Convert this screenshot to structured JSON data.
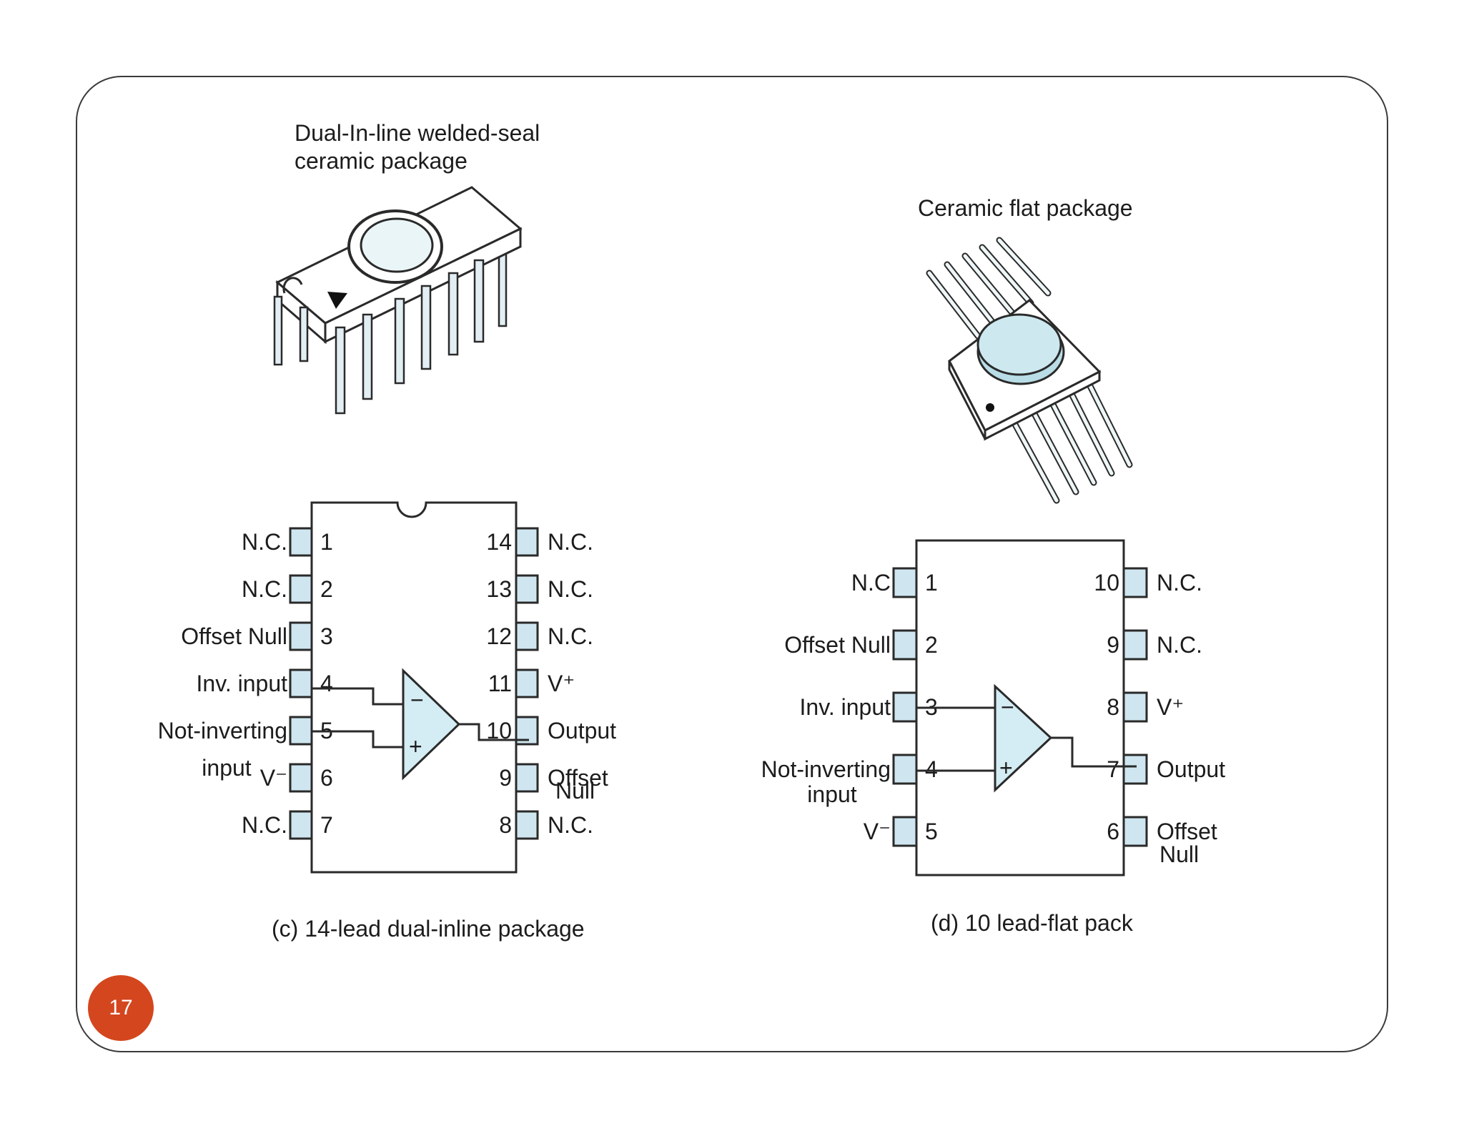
{
  "page_number": "17",
  "figures": {
    "dip_ceramic": {
      "title_line1": "Dual-In-line welded-seal",
      "title_line2": "ceramic package"
    },
    "flat_ceramic": {
      "title": "Ceramic flat package"
    },
    "dip14": {
      "caption": "(c) 14-lead dual-inline package",
      "left_pins": [
        {
          "num": "1",
          "label": "N.C."
        },
        {
          "num": "2",
          "label": "N.C."
        },
        {
          "num": "3",
          "label": "Offset Null"
        },
        {
          "num": "4",
          "label": "Inv. input"
        },
        {
          "num": "5",
          "label": "Not-inverting"
        },
        {
          "num": "6",
          "label": "V⁻"
        },
        {
          "num": "7",
          "label": "N.C."
        }
      ],
      "left_extra": "input",
      "right_pins": [
        {
          "num": "14",
          "label": "N.C."
        },
        {
          "num": "13",
          "label": "N.C."
        },
        {
          "num": "12",
          "label": "N.C."
        },
        {
          "num": "11",
          "label": "V⁺"
        },
        {
          "num": "10",
          "label": "Output"
        },
        {
          "num": "9",
          "label": "Offset"
        },
        {
          "num": "8",
          "label": "N.C."
        }
      ],
      "right_extra": "Null",
      "minus": "−",
      "plus": "+"
    },
    "flat10": {
      "caption": "(d) 10 lead-flat pack",
      "left_pins": [
        {
          "num": "1",
          "label": "N.C"
        },
        {
          "num": "2",
          "label": "Offset Null"
        },
        {
          "num": "3",
          "label": "Inv. input"
        },
        {
          "num": "4",
          "label": "Not-inverting"
        },
        {
          "num": "5",
          "label": "V⁻"
        }
      ],
      "left_extra": "input",
      "right_pins": [
        {
          "num": "10",
          "label": "N.C."
        },
        {
          "num": "9",
          "label": "N.C."
        },
        {
          "num": "8",
          "label": "V⁺"
        },
        {
          "num": "7",
          "label": "Output"
        },
        {
          "num": "6",
          "label": "Offset"
        }
      ],
      "right_extra": "Null",
      "minus": "−",
      "plus": "+"
    }
  }
}
